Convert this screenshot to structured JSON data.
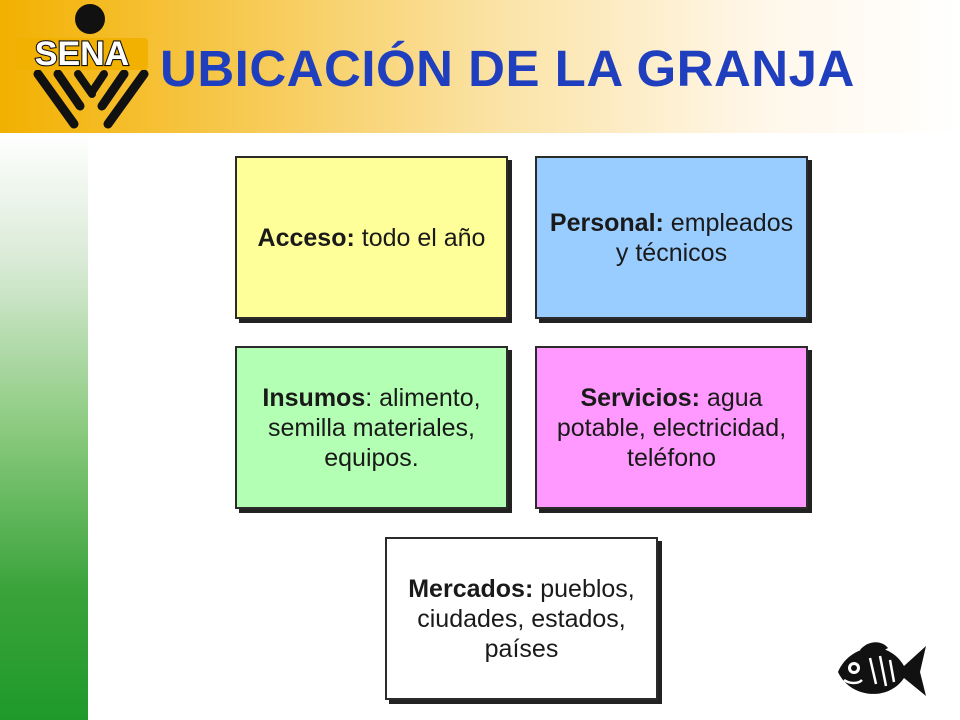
{
  "logo": {
    "text": "SENA",
    "icon": "sena-logo-icon"
  },
  "title": "UBICACIÓN DE LA GRANJA",
  "cards": {
    "acceso": {
      "label": "Acceso:",
      "text": " todo el año",
      "color": "#ffff99"
    },
    "personal": {
      "label": "Personal:",
      "text": " empleados y técnicos",
      "color": "#99ccff"
    },
    "insumos": {
      "label": "Insumos",
      "colon": ":",
      "text": " alimento, semilla materiales, equipos.",
      "color": "#b3ffb3"
    },
    "servicios": {
      "label": "Servicios:",
      "text": " agua potable, electricidad, teléfono",
      "color": "#ff99ff"
    },
    "mercados": {
      "label": "Mercados:",
      "text": " pueblos, ciudades, estados, países",
      "color": "#ffffff"
    }
  },
  "decoration": {
    "icon": "fish-icon"
  },
  "colors": {
    "title": "#1f3fbf",
    "header_accent": "#f2b000",
    "side_accent": "#1f9a2a"
  }
}
